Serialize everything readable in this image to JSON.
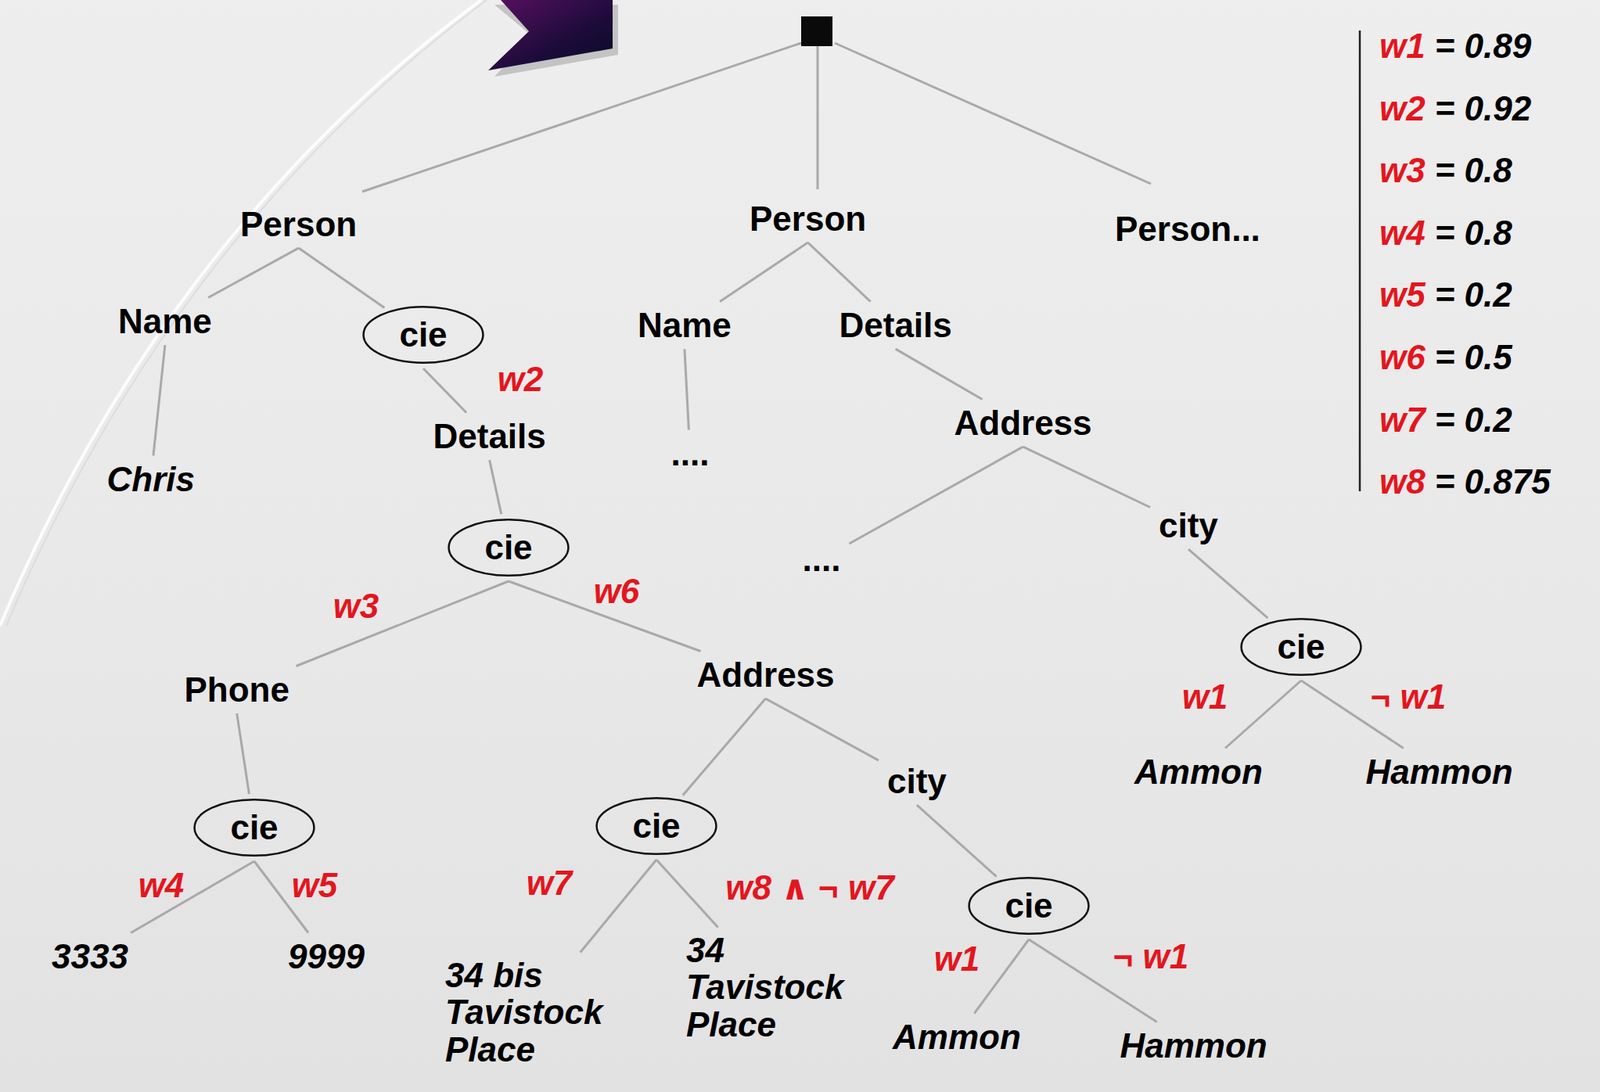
{
  "diagram": {
    "nodes": [
      {
        "text": [
          "Person"
        ]
      },
      {
        "text": [
          "Name"
        ]
      },
      {
        "text": [
          "Chris"
        ]
      },
      {
        "text": [
          "cie"
        ]
      },
      {
        "text": [
          "Details"
        ]
      },
      {
        "text": [
          "cie"
        ]
      },
      {
        "text": [
          "Phone"
        ]
      },
      {
        "text": [
          "cie"
        ]
      },
      {
        "text": [
          "3333"
        ]
      },
      {
        "text": [
          "9999"
        ]
      },
      {
        "text": [
          "Address"
        ]
      },
      {
        "text": [
          "cie"
        ]
      },
      {
        "text": [
          "34 bis Tavistock Place"
        ]
      },
      {
        "text": [
          "34 Tavistock Place"
        ]
      },
      {
        "text": [
          "city"
        ]
      },
      {
        "text": [
          "cie"
        ]
      },
      {
        "text": [
          "Ammon"
        ]
      },
      {
        "text": [
          "Hammon"
        ]
      },
      {
        "text": [
          "Person"
        ]
      },
      {
        "text": [
          "Name"
        ]
      },
      {
        "text": [
          "...."
        ]
      },
      {
        "text": [
          "Details"
        ]
      },
      {
        "text": [
          "Address"
        ]
      },
      {
        "text": [
          "...."
        ]
      },
      {
        "text": [
          "city"
        ]
      },
      {
        "text": [
          "cie"
        ]
      },
      {
        "text": [
          "Ammon"
        ]
      },
      {
        "text": [
          "Hammon"
        ]
      },
      {
        "text": [
          "Person..."
        ]
      }
    ],
    "edges": [
      {
        "from": 0,
        "to": 1,
        "arrow": "none"
      },
      {
        "from": 0,
        "to": 3,
        "arrow": "none"
      },
      {
        "from": 1,
        "to": 2,
        "arrow": "none"
      },
      {
        "from": 3,
        "to": 4,
        "label": "w2",
        "arrow": "none"
      },
      {
        "from": 4,
        "to": 5,
        "arrow": "none"
      },
      {
        "from": 5,
        "to": 6,
        "label": "w3",
        "arrow": "none"
      },
      {
        "from": 5,
        "to": 10,
        "label": "w6",
        "arrow": "none"
      },
      {
        "from": 6,
        "to": 7,
        "arrow": "none"
      },
      {
        "from": 7,
        "to": 8,
        "label": "w4",
        "arrow": "none"
      },
      {
        "from": 7,
        "to": 9,
        "label": "w5",
        "arrow": "none"
      },
      {
        "from": 10,
        "to": 11,
        "arrow": "none"
      },
      {
        "from": 10,
        "to": 14,
        "arrow": "none"
      },
      {
        "from": 11,
        "to": 12,
        "label": "w7",
        "arrow": "none"
      },
      {
        "from": 11,
        "to": 13,
        "label": "w8 ∧ ¬ w7",
        "arrow": "none"
      },
      {
        "from": 14,
        "to": 15,
        "arrow": "none"
      },
      {
        "from": 15,
        "to": 16,
        "label": "w1",
        "arrow": "none"
      },
      {
        "from": 15,
        "to": 17,
        "label": "¬ w1",
        "arrow": "none"
      },
      {
        "from": 18,
        "to": 19,
        "arrow": "none"
      },
      {
        "from": 19,
        "to": 20,
        "arrow": "none"
      },
      {
        "from": 18,
        "to": 21,
        "arrow": "none"
      },
      {
        "from": 21,
        "to": 22,
        "arrow": "none"
      },
      {
        "from": 22,
        "to": 23,
        "arrow": "none"
      },
      {
        "from": 22,
        "to": 24,
        "arrow": "none"
      },
      {
        "from": 24,
        "to": 25,
        "arrow": "none"
      },
      {
        "from": 25,
        "to": 26,
        "label": "w1",
        "arrow": "none"
      },
      {
        "from": 25,
        "to": 27,
        "label": "¬ w1",
        "arrow": "none"
      }
    ],
    "labels": [
      "w1",
      "= 0.89",
      "w2",
      "= 0.92",
      "w3",
      "= 0.8",
      "w4",
      "= 0.8",
      "w5",
      "= 0.2",
      "w6",
      "= 0.5",
      "w7",
      "= 0.2",
      "w8",
      "= 0.875"
    ]
  }
}
